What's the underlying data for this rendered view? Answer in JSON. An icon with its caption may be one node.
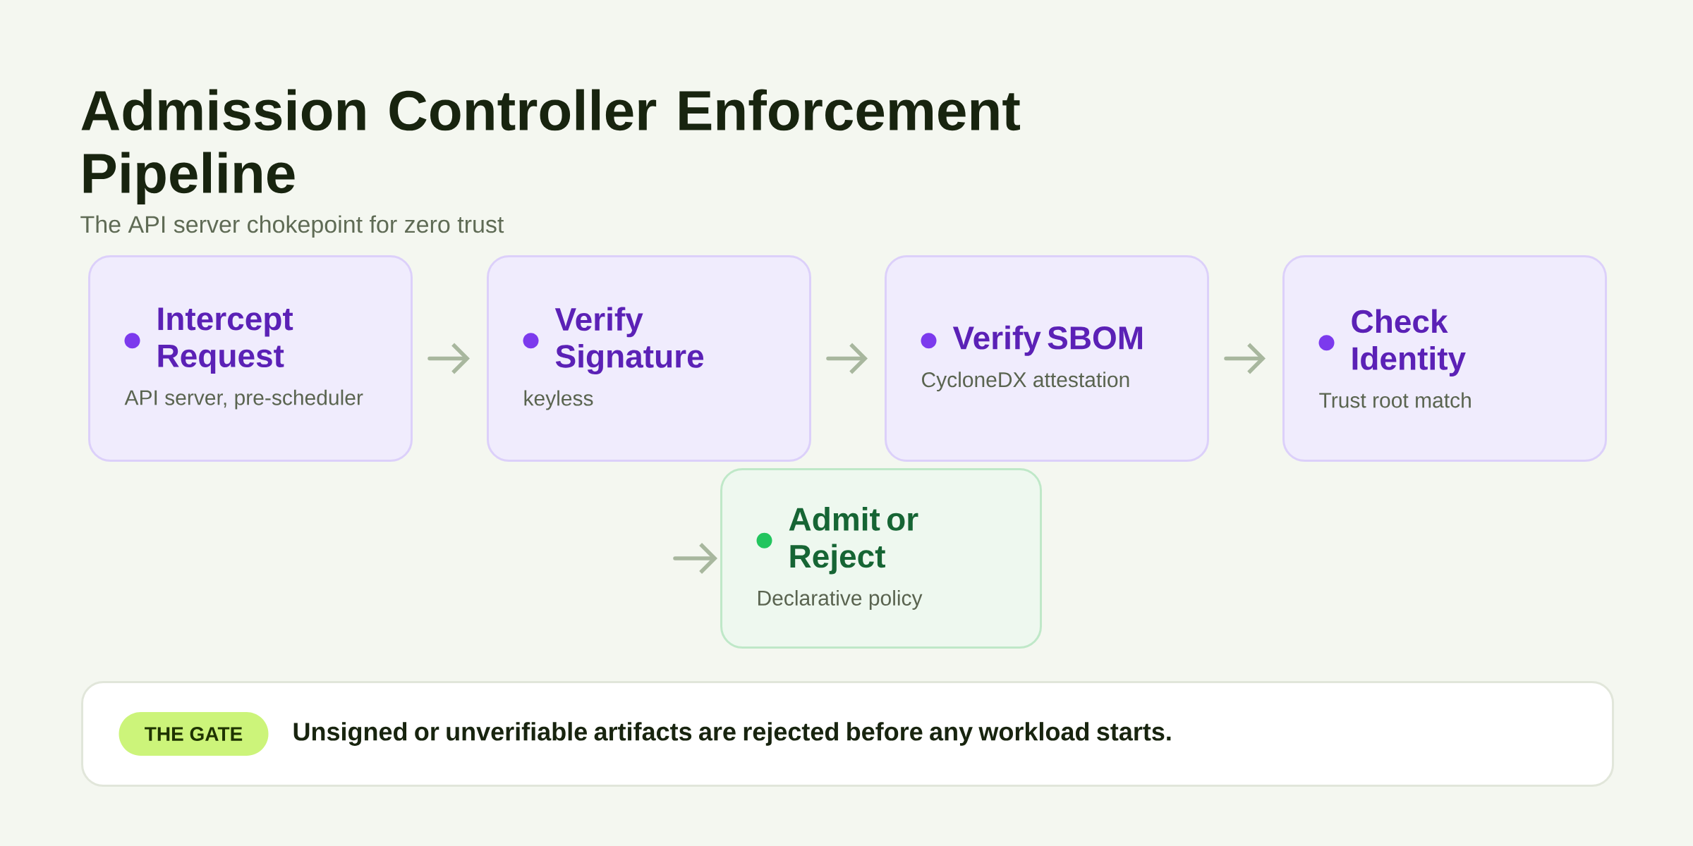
{
  "diagram": {
    "title": "Admission Controller Enforcement Pipeline",
    "nodes": [
      {
        "text": [
          "Intercept Request",
          "API server, pre-scheduler"
        ]
      },
      {
        "text": [
          "Verify Signature",
          "keyless"
        ]
      },
      {
        "text": [
          "Verify SBOM",
          "CycloneDX attestation"
        ]
      },
      {
        "text": [
          "Check Identity",
          "Trust root match"
        ]
      },
      {
        "text": [
          "Admit or Reject",
          "Declarative policy"
        ]
      },
      {
        "text": [
          "Unsigned or unverifiable artifacts are rejected before any workload starts."
        ]
      },
      {
        "text": [
          "THE GATE"
        ],
        "in": 5
      }
    ],
    "edges": [
      {
        "from": 0,
        "to": 1,
        "arrow": "to"
      },
      {
        "from": 1,
        "to": 2,
        "arrow": "to"
      },
      {
        "from": 2,
        "to": 3,
        "arrow": "to"
      },
      {
        "from": null,
        "to": 4,
        "arrow": "to"
      }
    ],
    "labels": [
      "The API server chokepoint for zero trust"
    ]
  }
}
